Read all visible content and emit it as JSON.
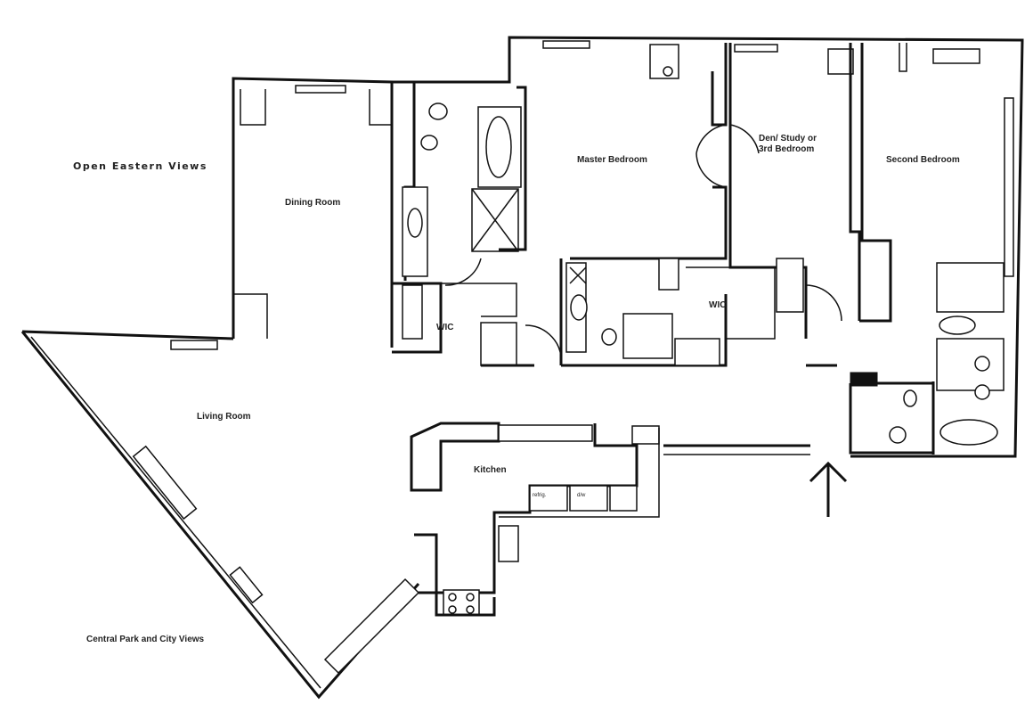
{
  "views": {
    "east": "Open Eastern Views",
    "park": "Central Park and City Views"
  },
  "rooms": {
    "dining": "Dining Room",
    "living": "Living Room",
    "master": "Master Bedroom",
    "den_line1": "Den/ Study or",
    "den_line2": "3rd Bedroom",
    "second": "Second Bedroom",
    "wic_left": "WIC",
    "wic_center": "WIC",
    "kitchen": "Kitchen"
  },
  "appliances": {
    "fridge": "refrig.",
    "dishwasher": "d/w"
  },
  "icons": {
    "entry": "entry-arrow-icon"
  }
}
